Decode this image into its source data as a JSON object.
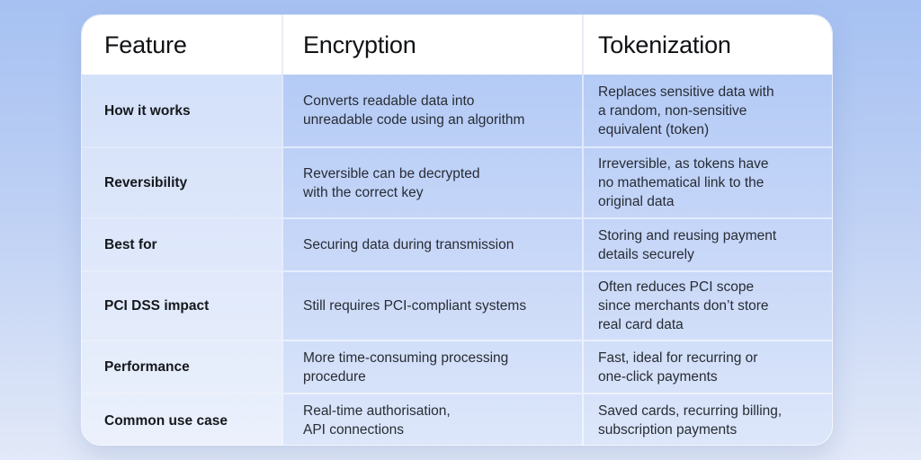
{
  "title": "Encryption vs Tokenization comparison table",
  "chart_data": {
    "type": "table",
    "columns": [
      "Feature",
      "Encryption",
      "Tokenization"
    ],
    "rows": [
      [
        "How it works",
        "Converts readable data into\nunreadable code using an algorithm",
        "Replaces sensitive data with\na random, non-sensitive\nequivalent (token)"
      ],
      [
        "Reversibility",
        "Reversible can be decrypted\nwith the correct key",
        "Irreversible, as tokens have\nno mathematical link to the\noriginal data"
      ],
      [
        "Best for",
        "Securing data during transmission",
        "Storing and reusing payment\ndetails securely"
      ],
      [
        "PCI DSS impact",
        "Still requires PCI-compliant systems",
        "Often reduces PCI scope\nsince merchants don’t store\nreal card data"
      ],
      [
        "Performance",
        "More time-consuming processing\nprocedure",
        "Fast, ideal for recurring or\none-click payments"
      ],
      [
        "Common use case",
        "Real-time authorisation,\nAPI connections",
        "Saved cards, recurring billing,\nsubscription payments"
      ]
    ]
  },
  "colors": {
    "page_gradient_top": "#a6c1f2",
    "page_gradient_bottom": "#e2e9f8",
    "header_bg": "#ffffff",
    "body_gradient_top": "#b4cbf6",
    "body_gradient_bottom": "#dde7fa",
    "feature_column_overlay": "rgba(255,255,255,0.42)",
    "divider": "rgba(255,255,255,0.55)",
    "header_text": "#101215",
    "body_text": "#272c35"
  }
}
